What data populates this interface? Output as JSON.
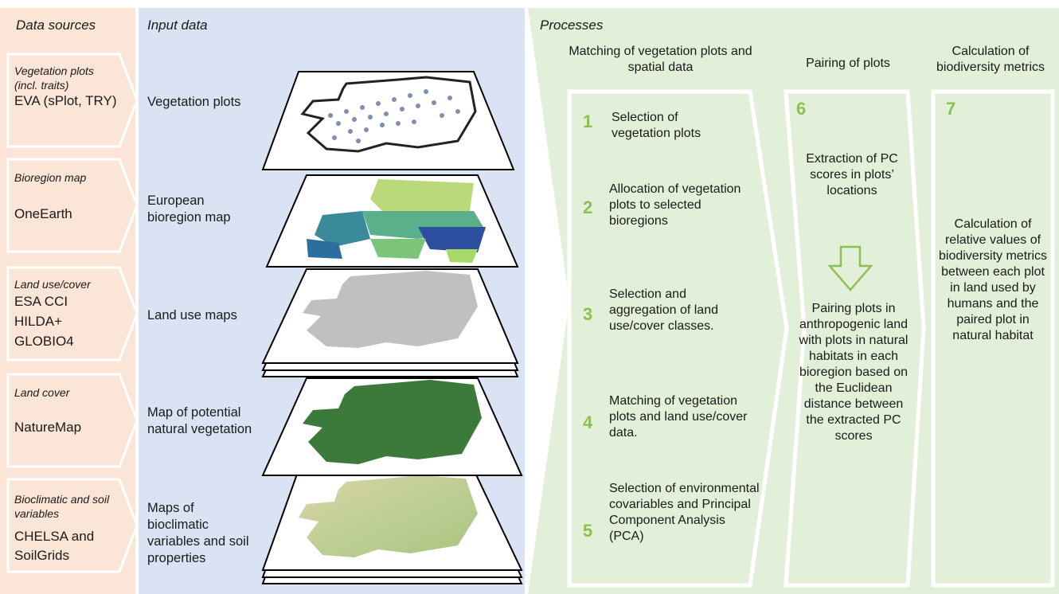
{
  "colors": {
    "sources_bg": "#fbe5d6",
    "input_bg": "#dae3f3",
    "process_bg": "#e2f0d9",
    "step_green": "#8cc152",
    "veg_dots": "#7f8fb0",
    "pnv_green": "#3b7a3b",
    "landuse_grey": "#c0c0c0"
  },
  "headers": {
    "data_sources": "Data sources",
    "input_data": "Input data",
    "processes": "Processes"
  },
  "sources": [
    {
      "label": "Vegetation plots (incl. traits)",
      "name": "EVA (sPlot, TRY)"
    },
    {
      "label": "Bioregion map",
      "name": "OneEarth"
    },
    {
      "label": "Land use/cover",
      "name": "ESA CCI HILDA+ GLOBIO4"
    },
    {
      "label": "Land cover",
      "name": "NatureMap"
    },
    {
      "label": "Bioclimatic and soil variables",
      "name": "CHELSA and SoilGrids"
    }
  ],
  "inputs": [
    {
      "label": "Vegetation plots",
      "icon": "vegetation-plots-map"
    },
    {
      "label": "European bioregion map",
      "icon": "bioregion-map"
    },
    {
      "label": "Land use maps",
      "icon": "land-use-map"
    },
    {
      "label": "Map of potential natural vegetation",
      "icon": "natural-vegetation-map"
    },
    {
      "label": "Maps of bioclimatic variables and soil properties",
      "icon": "bioclimatic-map"
    }
  ],
  "columns": {
    "matching": "Matching of vegetation plots and spatial data",
    "pairing": "Pairing of plots",
    "calculation": "Calculation of biodiversity metrics"
  },
  "steps": [
    {
      "num": "1",
      "text": "Selection of vegetation plots"
    },
    {
      "num": "2",
      "text": "Allocation of vegetation plots to selected bioregions"
    },
    {
      "num": "3",
      "text": "Selection and aggregation of land use/cover classes."
    },
    {
      "num": "4",
      "text": "Matching of vegetation plots and land use/cover data."
    },
    {
      "num": "5",
      "text": "Selection of environmental covariables and Principal Component Analysis (PCA)"
    }
  ],
  "pairing": {
    "num": "6",
    "text1": "Extraction of PC scores in plots’ locations",
    "text2": "Pairing plots in anthropogenic land with plots in natural habitats in each bioregion based on the Euclidean distance between the extracted PC scores"
  },
  "calculation": {
    "num": "7",
    "text": "Calculation of relative values of biodiversity metrics between each plot in land used by humans and the paired plot in natural habitat"
  }
}
